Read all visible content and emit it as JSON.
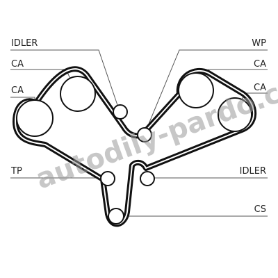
{
  "labels": {
    "idler_top": "IDLER",
    "ca_left_upper": "CA",
    "ca_left_lower": "CA",
    "tp": "TP",
    "wp": "WP",
    "ca_right_upper": "CA",
    "ca_right_lower": "CA",
    "idler_right": "IDLER",
    "cs": "CS"
  },
  "watermark": "autodily-pardo.cz"
}
